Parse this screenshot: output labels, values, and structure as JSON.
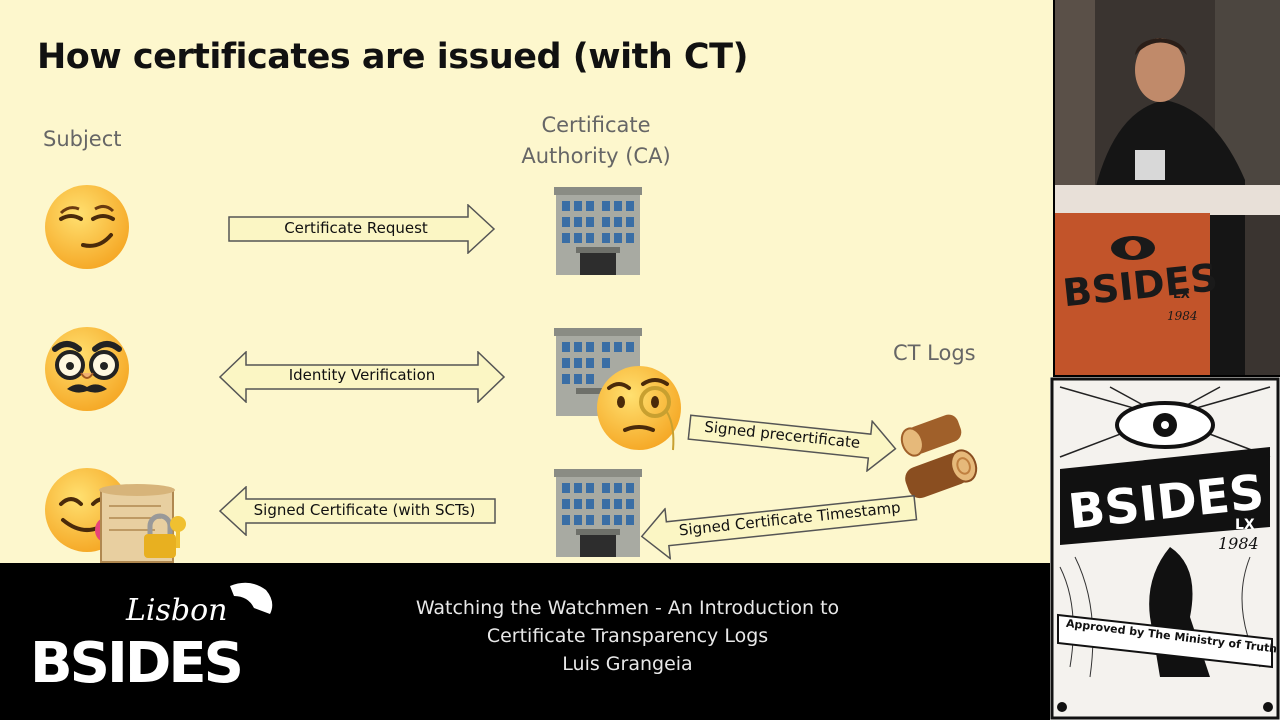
{
  "slide": {
    "title": "How certificates are issued (with CT)",
    "labels": {
      "subject": "Subject",
      "ca_line1": "Certificate",
      "ca_line2": "Authority (CA)",
      "ct_logs": "CT Logs"
    },
    "arrows": {
      "certificate_request": "Certificate Request",
      "identity_verification": "Identity Verification",
      "signed_precertificate": "Signed precertificate",
      "signed_certificate": "Signed Certificate (with SCTs)",
      "signed_certificate_timestamp": "Signed Certificate Timestamp"
    },
    "icons": [
      "smirking-face-icon",
      "disguised-face-icon",
      "yum-face-icon",
      "office-building-icon",
      "monocle-face-icon",
      "wood-logs-icon",
      "scroll-icon",
      "lock-with-key-icon"
    ]
  },
  "footer": {
    "event_logo": {
      "line1": "Lisbon",
      "line2": "BSIDES"
    },
    "talk_title_line1": "Watching the Watchmen - An Introduction to",
    "talk_title_line2": "Certificate Transparency Logs",
    "speaker": "Luis Grangeia"
  },
  "camera": {
    "poster_text": "BSIDES",
    "poster_sub": "LX",
    "poster_year": "1984"
  },
  "poster": {
    "brand": "BSIDES",
    "sub": "LX",
    "year": "1984",
    "banner": "Approved by The Ministry of Truth"
  },
  "colors": {
    "slide_bg": "#fdf7cd",
    "arrow_fill": "#fbf6c4",
    "footer_bg": "#000000"
  }
}
